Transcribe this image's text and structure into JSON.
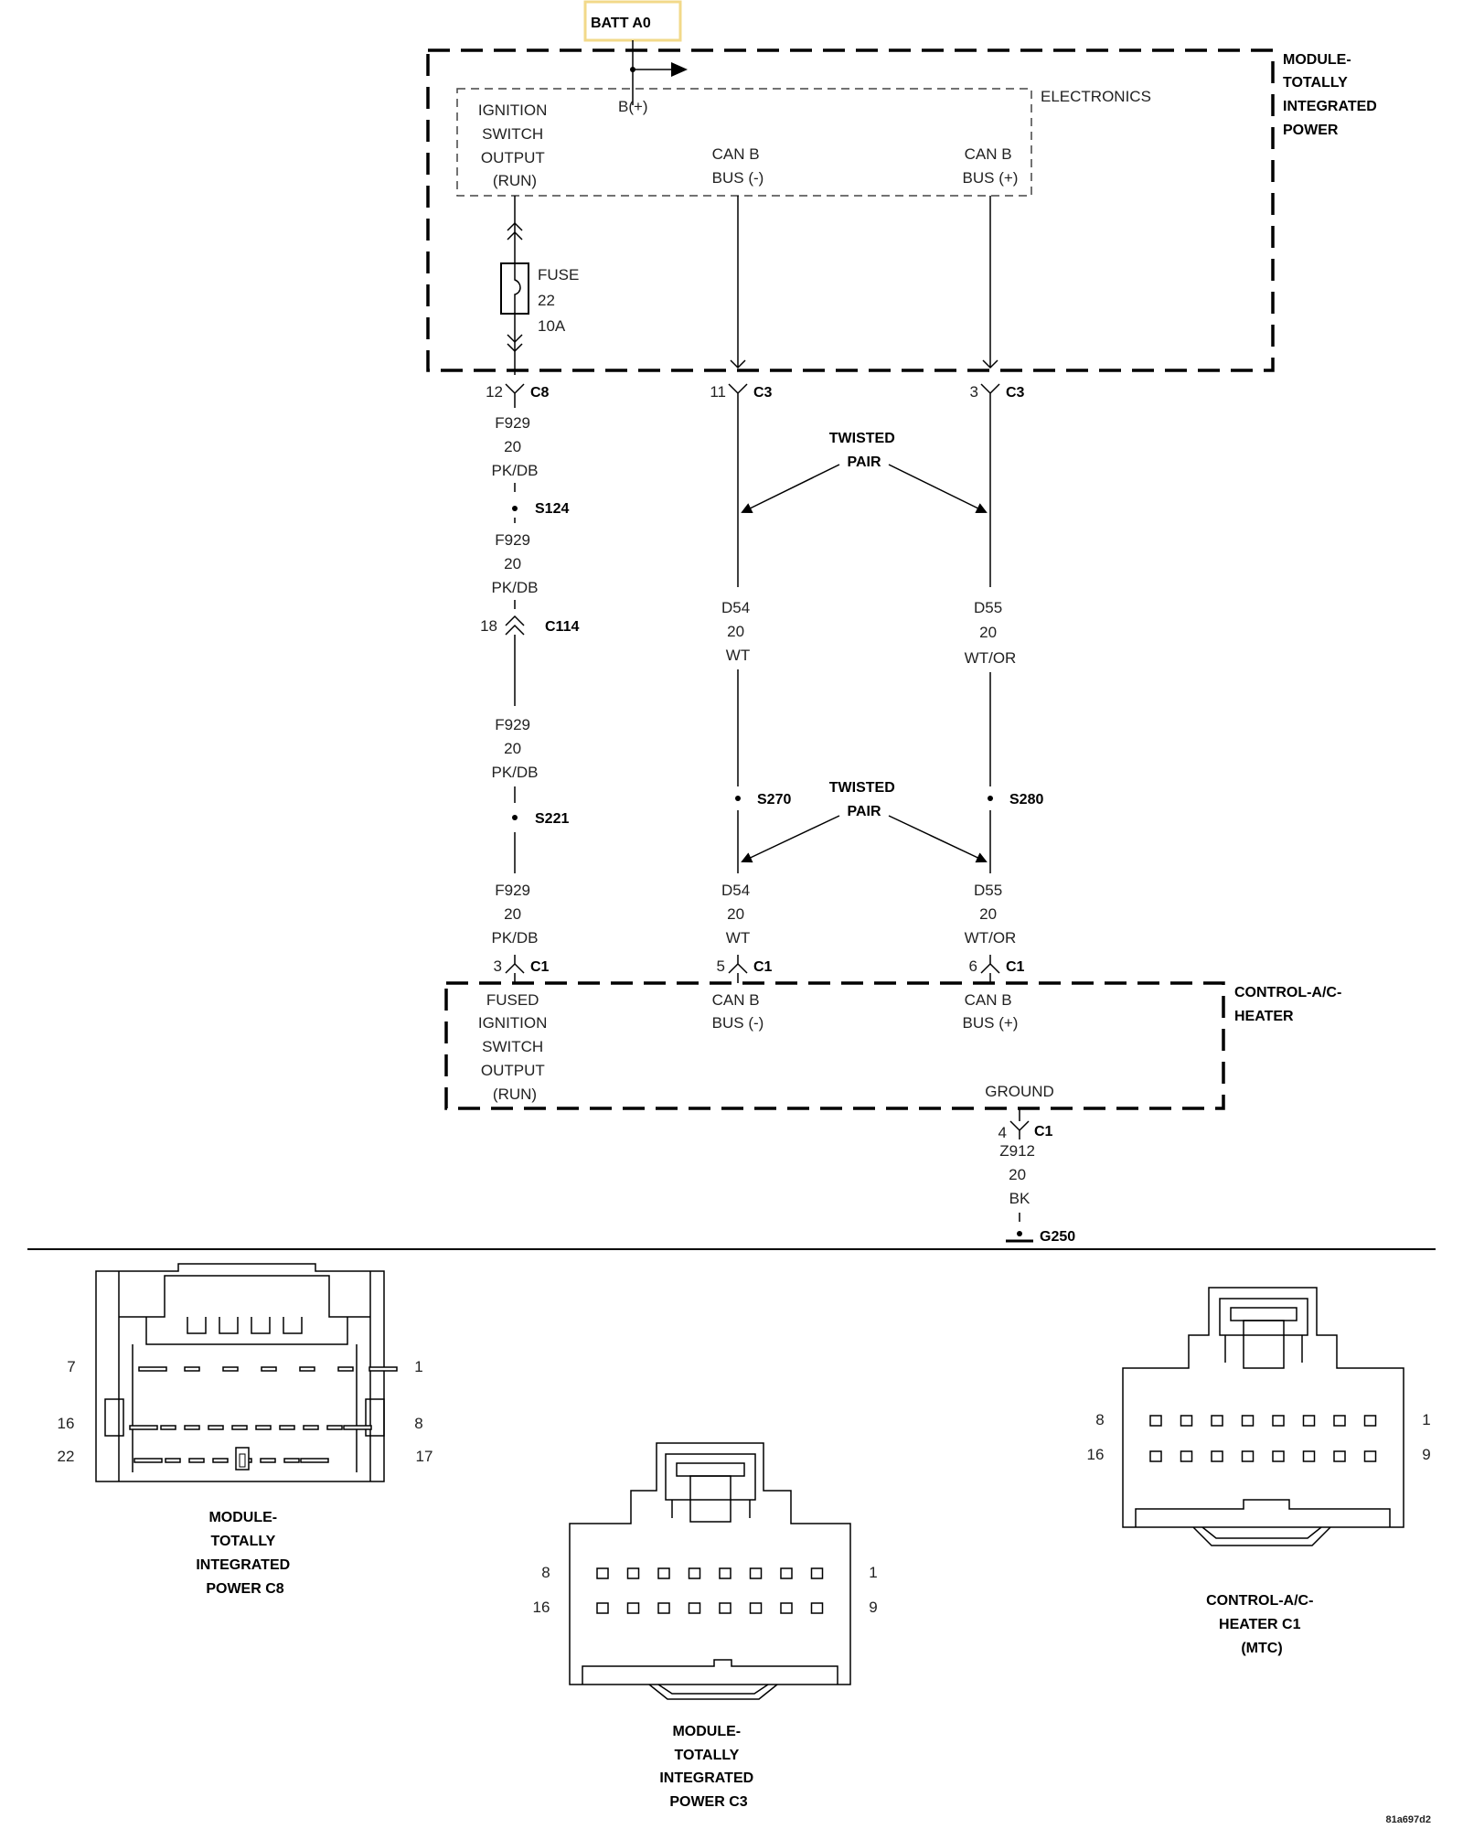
{
  "batt": {
    "label": "BATT A0",
    "border_color": "#f2d98a"
  },
  "tip_module": {
    "title": [
      "MODULE-",
      "TOTALLY",
      "INTEGRATED",
      "POWER"
    ],
    "electronics_label": "ELECTRONICS",
    "bplus": "B(+)",
    "ign_output": [
      "IGNITION",
      "SWITCH",
      "OUTPUT",
      "(RUN)"
    ],
    "can_minus": [
      "CAN B",
      "BUS (-)"
    ],
    "can_plus": [
      "CAN B",
      "BUS (+)"
    ],
    "fuse": [
      "FUSE",
      "22",
      "10A"
    ]
  },
  "connectors": {
    "c8": {
      "pin": "12",
      "name": "C8"
    },
    "c3a": {
      "pin": "11",
      "name": "C3"
    },
    "c3b": {
      "pin": "3",
      "name": "C3"
    },
    "c114": {
      "pin": "18",
      "name": "C114"
    },
    "c1a": {
      "pin": "3",
      "name": "C1"
    },
    "c1b": {
      "pin": "5",
      "name": "C1"
    },
    "c1c": {
      "pin": "6",
      "name": "C1"
    },
    "c1d": {
      "pin": "4",
      "name": "C1"
    }
  },
  "wires": {
    "f929": [
      "F929",
      "20",
      "PK/DB"
    ],
    "d54": [
      "D54",
      "20",
      "WT"
    ],
    "d55": [
      "D55",
      "20",
      "WT/OR"
    ],
    "z912": [
      "Z912",
      "20",
      "BK"
    ]
  },
  "splices": {
    "s124": "S124",
    "s221": "S221",
    "s270": "S270",
    "s280": "S280",
    "g250": "G250"
  },
  "twisted_pair": [
    "TWISTED",
    "PAIR"
  ],
  "hvac_module": {
    "title": [
      "CONTROL-A/C-",
      "HEATER"
    ],
    "fused_output": [
      "FUSED",
      "IGNITION",
      "SWITCH",
      "OUTPUT",
      "(RUN)"
    ],
    "can_minus": [
      "CAN B",
      "BUS (-)"
    ],
    "can_plus": [
      "CAN B",
      "BUS (+)"
    ],
    "ground": "GROUND"
  },
  "connector_views": {
    "tip_c8": {
      "title": [
        "MODULE-",
        "TOTALLY",
        "INTEGRATED",
        "POWER C8"
      ],
      "pins": [
        "7",
        "1",
        "16",
        "8",
        "22",
        "17"
      ]
    },
    "tip_c3": {
      "title": [
        "MODULE-",
        "TOTALLY",
        "INTEGRATED",
        "POWER C3"
      ],
      "pins": [
        "8",
        "1",
        "16",
        "9"
      ]
    },
    "hvac_c1": {
      "title": [
        "CONTROL-A/C-",
        "HEATER C1",
        "(MTC)"
      ],
      "pins": [
        "8",
        "1",
        "16",
        "9"
      ]
    }
  },
  "figure_id": "81a697d2"
}
